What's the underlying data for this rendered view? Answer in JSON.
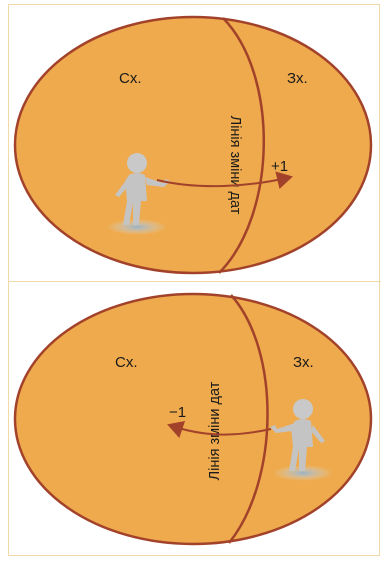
{
  "diagrams": [
    {
      "east_label": "Сх.",
      "west_label": "Зх.",
      "date_line_label": "Лінія зміни дат",
      "change_label": "+1",
      "direction": "east-to-west"
    },
    {
      "east_label": "Сх.",
      "west_label": "Зх.",
      "date_line_label": "Лінія зміни дат",
      "change_label": "−1",
      "direction": "west-to-east"
    }
  ],
  "colors": {
    "globe_fill": "#eeaa4d",
    "globe_stroke": "#a2422b",
    "arrow": "#a2422b",
    "frame": "#f2d9a8",
    "figure": "#c9c9c9",
    "shadow": "#bcd3e8"
  },
  "icons": [
    "person-figure-icon",
    "arrow-icon"
  ]
}
